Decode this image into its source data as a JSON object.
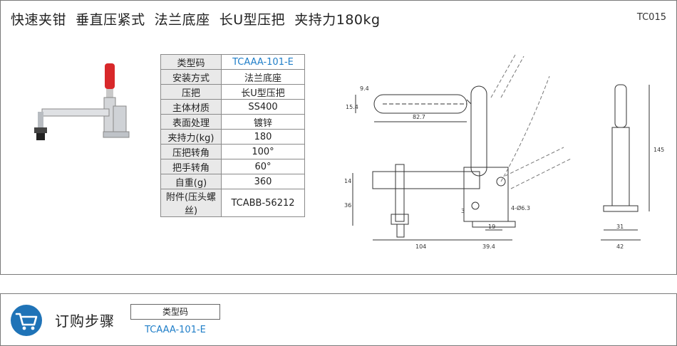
{
  "header": {
    "title": "快速夹钳  垂直压紧式  法兰底座  长U型压把  夹持力180kg",
    "code": "TC015"
  },
  "spec_table": [
    {
      "key": "类型码",
      "value": "TCAAA-101-E"
    },
    {
      "key": "安装方式",
      "value": "法兰底座"
    },
    {
      "key": "压把",
      "value": "长U型压把"
    },
    {
      "key": "主体材质",
      "value": "SS400"
    },
    {
      "key": "表面处理",
      "value": "镀锌"
    },
    {
      "key": "夹持力(kg)",
      "value": "180"
    },
    {
      "key": "压把转角",
      "value": "100°"
    },
    {
      "key": "把手转角",
      "value": "60°"
    },
    {
      "key": "自重(g)",
      "value": "360"
    },
    {
      "key": "附件(压头螺丝)",
      "value": "TCABB-56212"
    }
  ],
  "drawing_dims": {
    "d9_4": "9.4",
    "d15_4": "15.4",
    "d82_7": "82.7",
    "d14": "14",
    "d36": "36",
    "d3": "3",
    "hole": "4-Ø6.3",
    "d19": "19",
    "d104": "104",
    "d39_4": "39.4",
    "d145": "145",
    "d31": "31",
    "d42": "42"
  },
  "order": {
    "title": "订购步骤",
    "code_label": "类型码",
    "code_value": "TCAAA-101-E"
  },
  "colors": {
    "accent": "#1f73b7",
    "link": "#1f7ec8",
    "handle": "#d8282a"
  }
}
